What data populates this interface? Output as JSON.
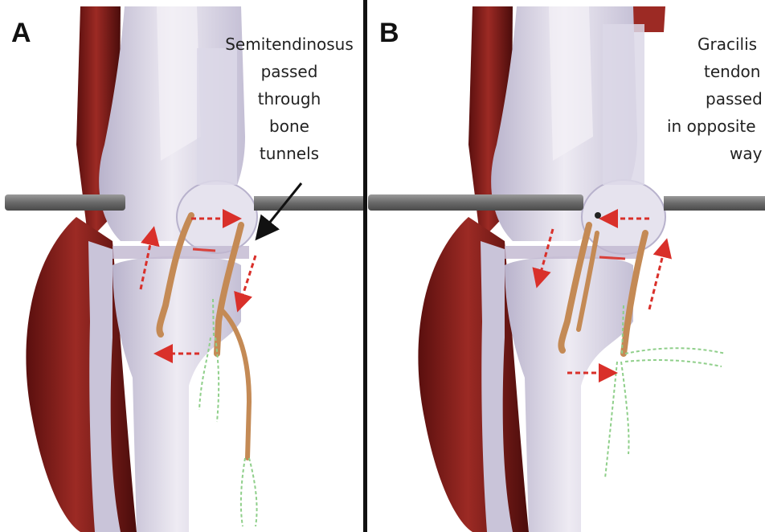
{
  "colors": {
    "muscle": "#8a1f1c",
    "bone": "#dad6e6",
    "tendon": "#c48a55",
    "arrow": "#d9302a",
    "graft_outline": "#8fcf8a",
    "rod": "#7a7a7a"
  },
  "panels": [
    {
      "letter": "A",
      "caption_lines": [
        "Semitendinosus",
        "passed",
        "through",
        "bone",
        "tunnels"
      ]
    },
    {
      "letter": "B",
      "caption_lines": [
        "Gracilis",
        "tendon",
        "passed",
        "in opposite",
        "way"
      ]
    }
  ]
}
